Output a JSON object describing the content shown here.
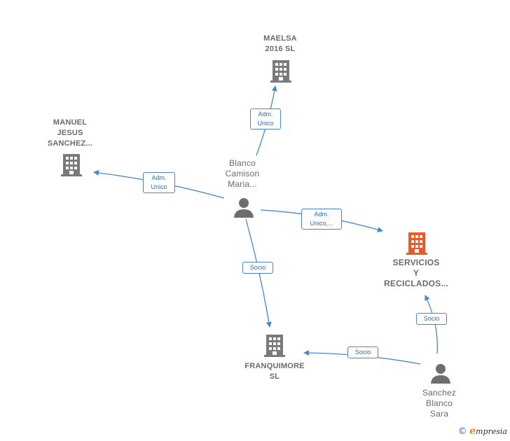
{
  "nodes": {
    "maelsa": {
      "lines": [
        "MAELSA",
        "2016  SL"
      ]
    },
    "manuel": {
      "lines": [
        "MANUEL",
        "JESUS",
        "SANCHEZ..."
      ]
    },
    "blanco": {
      "lines": [
        "Blanco",
        "Camison",
        "Maria..."
      ]
    },
    "servicios": {
      "lines": [
        "SERVICIOS",
        "Y",
        "RECICLADOS..."
      ]
    },
    "franquimore": {
      "lines": [
        "FRANQUIMORE",
        "SL"
      ]
    },
    "sanchez": {
      "lines": [
        "Sanchez",
        "Blanco",
        "Sara"
      ]
    }
  },
  "edges": {
    "blanco_maelsa": {
      "lines": [
        "Adm.",
        "Unico"
      ]
    },
    "blanco_manuel": {
      "lines": [
        "Adm.",
        "Unico"
      ]
    },
    "blanco_servicios": {
      "lines": [
        "Adm.",
        "Unico,..."
      ]
    },
    "blanco_franquimore": {
      "lines": [
        "Socio"
      ]
    },
    "sanchez_franquimore": {
      "lines": [
        "Socio"
      ]
    },
    "sanchez_servicios": {
      "lines": [
        "Socio"
      ]
    }
  },
  "colors": {
    "company": "#7a7a7a",
    "main_company": "#f05a22",
    "person": "#6e6e6e",
    "edge": "#4a86c8"
  },
  "credit": {
    "symbol": "©",
    "brand_initial": "e",
    "brand_rest": "mpresia"
  }
}
